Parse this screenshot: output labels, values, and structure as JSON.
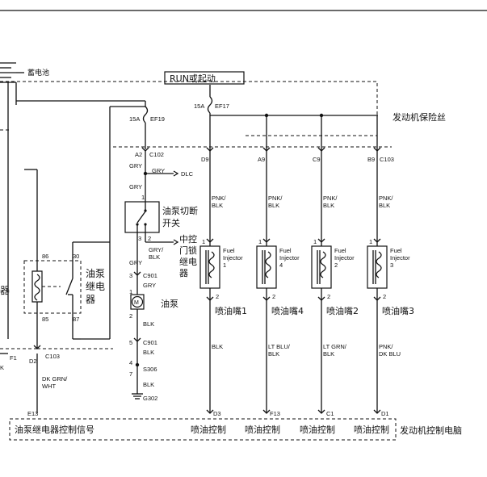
{
  "top": {
    "battery_label": "蓄电池",
    "run_label": "RUN或起动",
    "fuse_box_label": "发动机保险丝"
  },
  "fuses": {
    "ef19_amp": "15A",
    "ef19": "EF19",
    "ef17_amp": "15A",
    "ef17": "EF17"
  },
  "connectors": {
    "a2": "A2",
    "c102": "C102",
    "d9": "D9",
    "a9": "A9",
    "c9": "C9",
    "b9": "B9",
    "c103_top": "C103",
    "c901": "C901",
    "c901b": "C901",
    "s306": "S306",
    "g302": "G302",
    "f1": "F1",
    "d2": "D2",
    "c103_bot": "C103",
    "e13": "E13",
    "d3": "D3",
    "f13": "F13",
    "c1": "C1",
    "d1": "D1"
  },
  "pump_side": {
    "gry1": "GRY",
    "gry_dlc": "GRY",
    "dlc": "DLC",
    "gry2": "GRY",
    "cutoff_switch": "油泵切断开关",
    "lock_relay": "中控门锁继电器",
    "gry_blk": "GRY/BLK",
    "gry3": "GRY",
    "pin1": "1",
    "pin3": "3",
    "pin2": "2",
    "motor_pin1": "1",
    "motor_pin2": "2",
    "pump": "油泵",
    "blk1": "BLK",
    "blk2": "BLK",
    "blk3": "BLK",
    "pin5": "5",
    "pin4": "4",
    "pin7": "7"
  },
  "relay": {
    "label": "油泵继电器",
    "pin86": "86",
    "pin30": "30",
    "pin85": "85",
    "pin87": "87",
    "left_fragment": "器",
    "left_wire": "K",
    "dk_grn": "DK GRN/",
    "wht": "WHT"
  },
  "injectors": [
    {
      "top_wire": "PNK/",
      "top_wire2": "BLK",
      "name_en": "Fuel",
      "name_en2": "Injector",
      "num": "1",
      "name_cn": "喷油嘴1",
      "bot_wire": "BLK",
      "bot_wire2": "",
      "pin_top": "1",
      "pin_bot": "2"
    },
    {
      "top_wire": "PNK/",
      "top_wire2": "BLK",
      "name_en": "Fuel",
      "name_en2": "Injector",
      "num": "4",
      "name_cn": "喷油嘴4",
      "bot_wire": "LT BLU/",
      "bot_wire2": "BLK",
      "pin_top": "1",
      "pin_bot": "2"
    },
    {
      "top_wire": "PNK/",
      "top_wire2": "BLK",
      "name_en": "Fuel",
      "name_en2": "Injector",
      "num": "2",
      "name_cn": "喷油嘴2",
      "bot_wire": "LT GRN/",
      "bot_wire2": "BLK",
      "pin_top": "1",
      "pin_bot": "2"
    },
    {
      "top_wire": "PNK/",
      "top_wire2": "BLK",
      "name_en": "Fuel",
      "name_en2": "Injector",
      "num": "3",
      "name_cn": "喷油嘴3",
      "bot_wire": "PNK/",
      "bot_wire2": "DK BLU",
      "pin_top": "1",
      "pin_bot": "2"
    }
  ],
  "ecm": {
    "relay_signal": "油泵继电器控制信号",
    "inj_ctrl": [
      "喷油控制",
      "喷油控制",
      "喷油控制",
      "喷油控制"
    ],
    "label": "发动机控制电脑"
  }
}
